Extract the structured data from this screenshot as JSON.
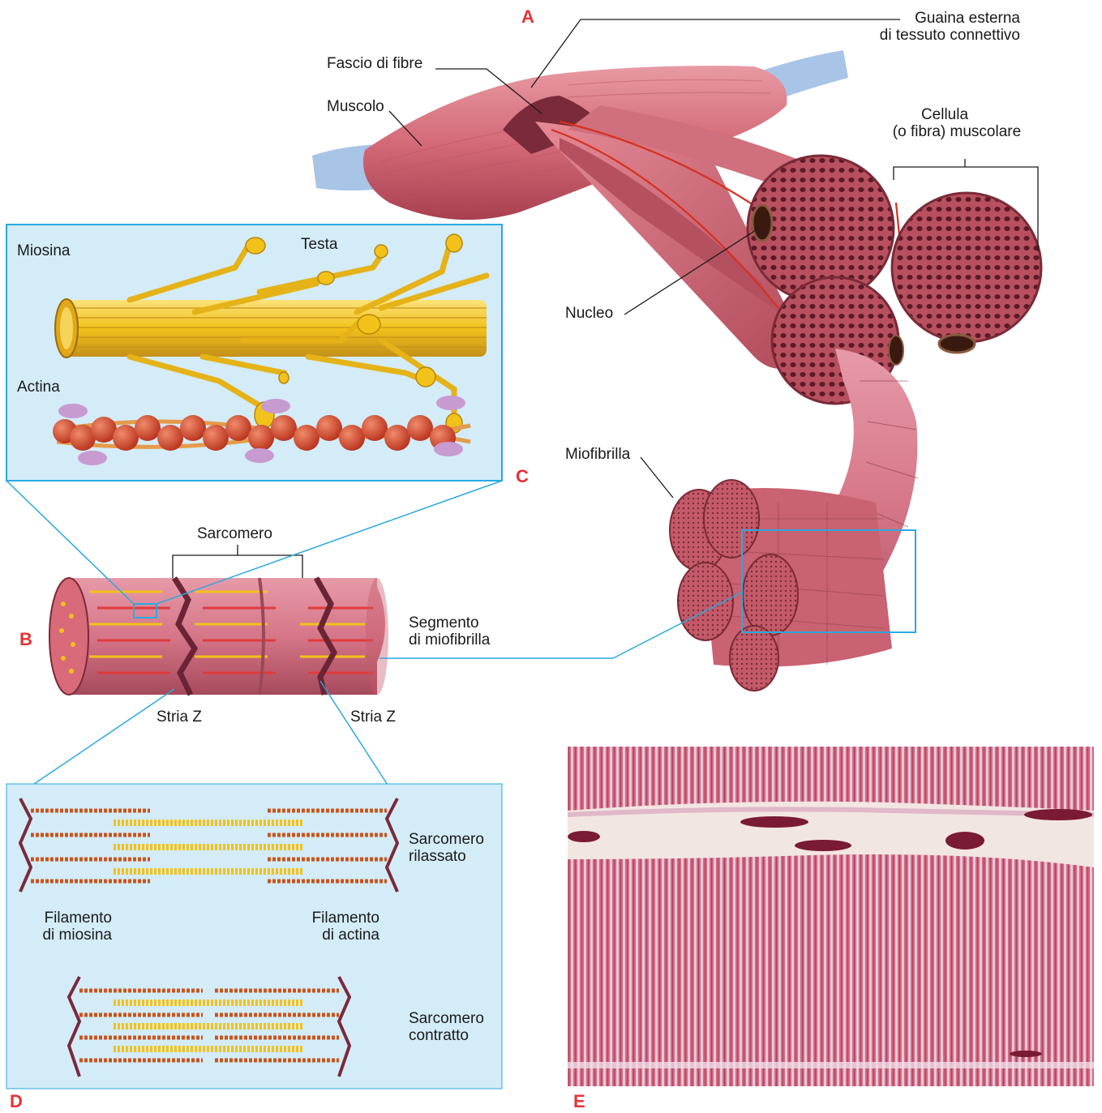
{
  "panels": {
    "a": "A",
    "b": "B",
    "c": "C",
    "d": "D",
    "e": "E"
  },
  "labels": {
    "guaina_line1": "Guaina esterna",
    "guaina_line2": "di tessuto connettivo",
    "fascio": "Fascio di fibre",
    "muscolo": "Muscolo",
    "cellula_line1": "Cellula",
    "cellula_line2": "(o fibra) muscolare",
    "nucleo": "Nucleo",
    "miofibrilla": "Miofibrilla",
    "miosina": "Miosina",
    "testa": "Testa",
    "actina": "Actina",
    "sarcomero": "Sarcomero",
    "segmento_line1": "Segmento",
    "segmento_line2": "di miofibrilla",
    "stria_z_left": "Stria Z",
    "stria_z_right": "Stria Z",
    "rilassato_line1": "Sarcomero",
    "rilassato_line2": "rilassato",
    "fil_miosina_line1": "Filamento",
    "fil_miosina_line2": "di miosina",
    "fil_actina_line1": "Filamento",
    "fil_actina_line2": "di actina",
    "contratto_line1": "Sarcomero",
    "contratto_line2": "contratto"
  },
  "colors": {
    "panel_letter": "#e53236",
    "connector": "#29a9e0",
    "panel_bg": "#d3ecf8",
    "muscle": "#d46a78",
    "myosin": "#f2c21a",
    "actin": "#d8452a",
    "z_line": "#7a2a3a"
  }
}
